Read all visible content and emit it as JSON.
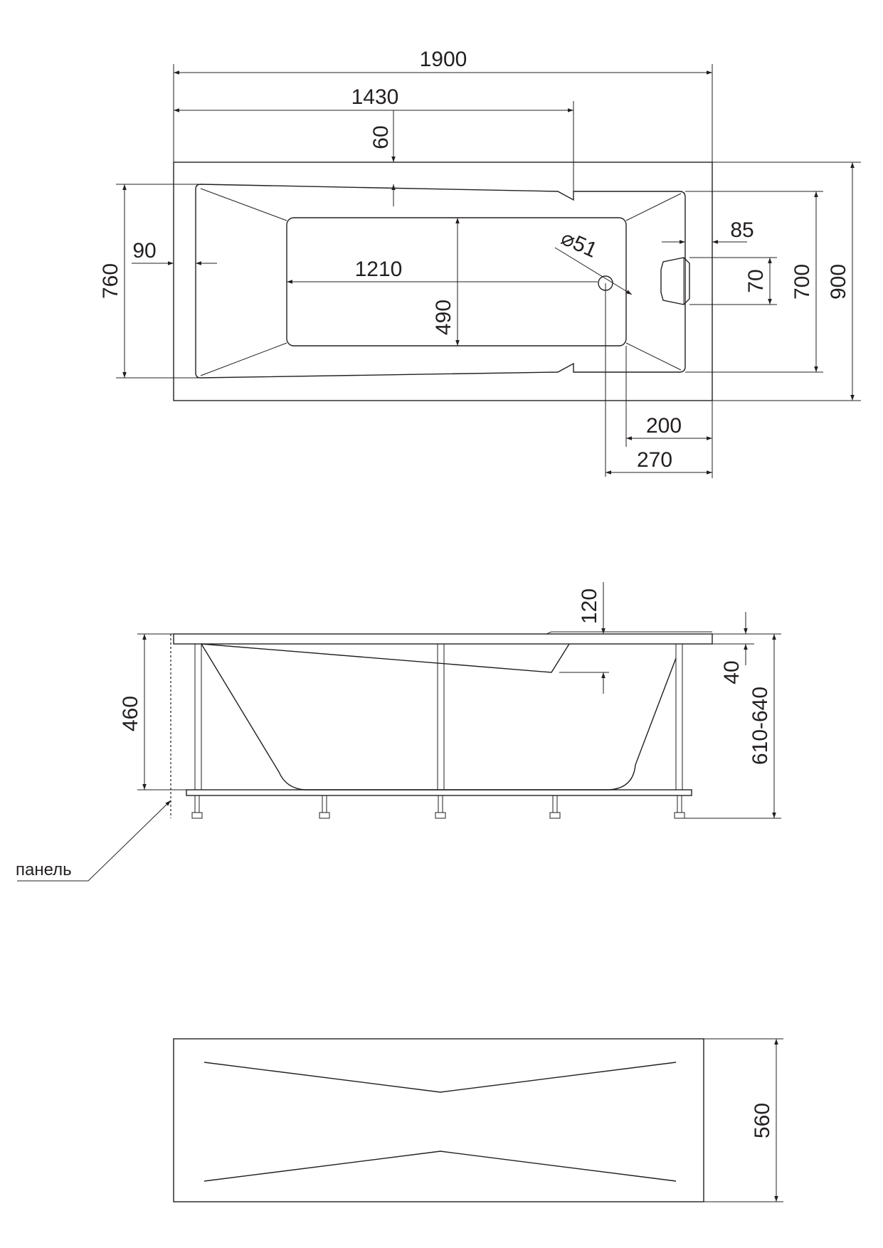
{
  "top_view": {
    "dims": {
      "overall_length": "1900",
      "step_length": "1430",
      "step_offset": "60",
      "rim_width": "760",
      "left_rim": "90",
      "bottom_length": "1210",
      "bottom_width": "490",
      "drain_diameter": "⌀51",
      "headrest_offset": "85",
      "headrest_width": "70",
      "inner_width": "700",
      "overall_width": "900",
      "drain_to_end_a": "200",
      "drain_to_end_b": "270"
    }
  },
  "side_view": {
    "dims": {
      "depth": "460",
      "drain_depth": "120",
      "rim_height": "40",
      "total_height": "610-640"
    },
    "panel_label": "панель"
  },
  "front_panel": {
    "dims": {
      "panel_height": "560"
    }
  }
}
